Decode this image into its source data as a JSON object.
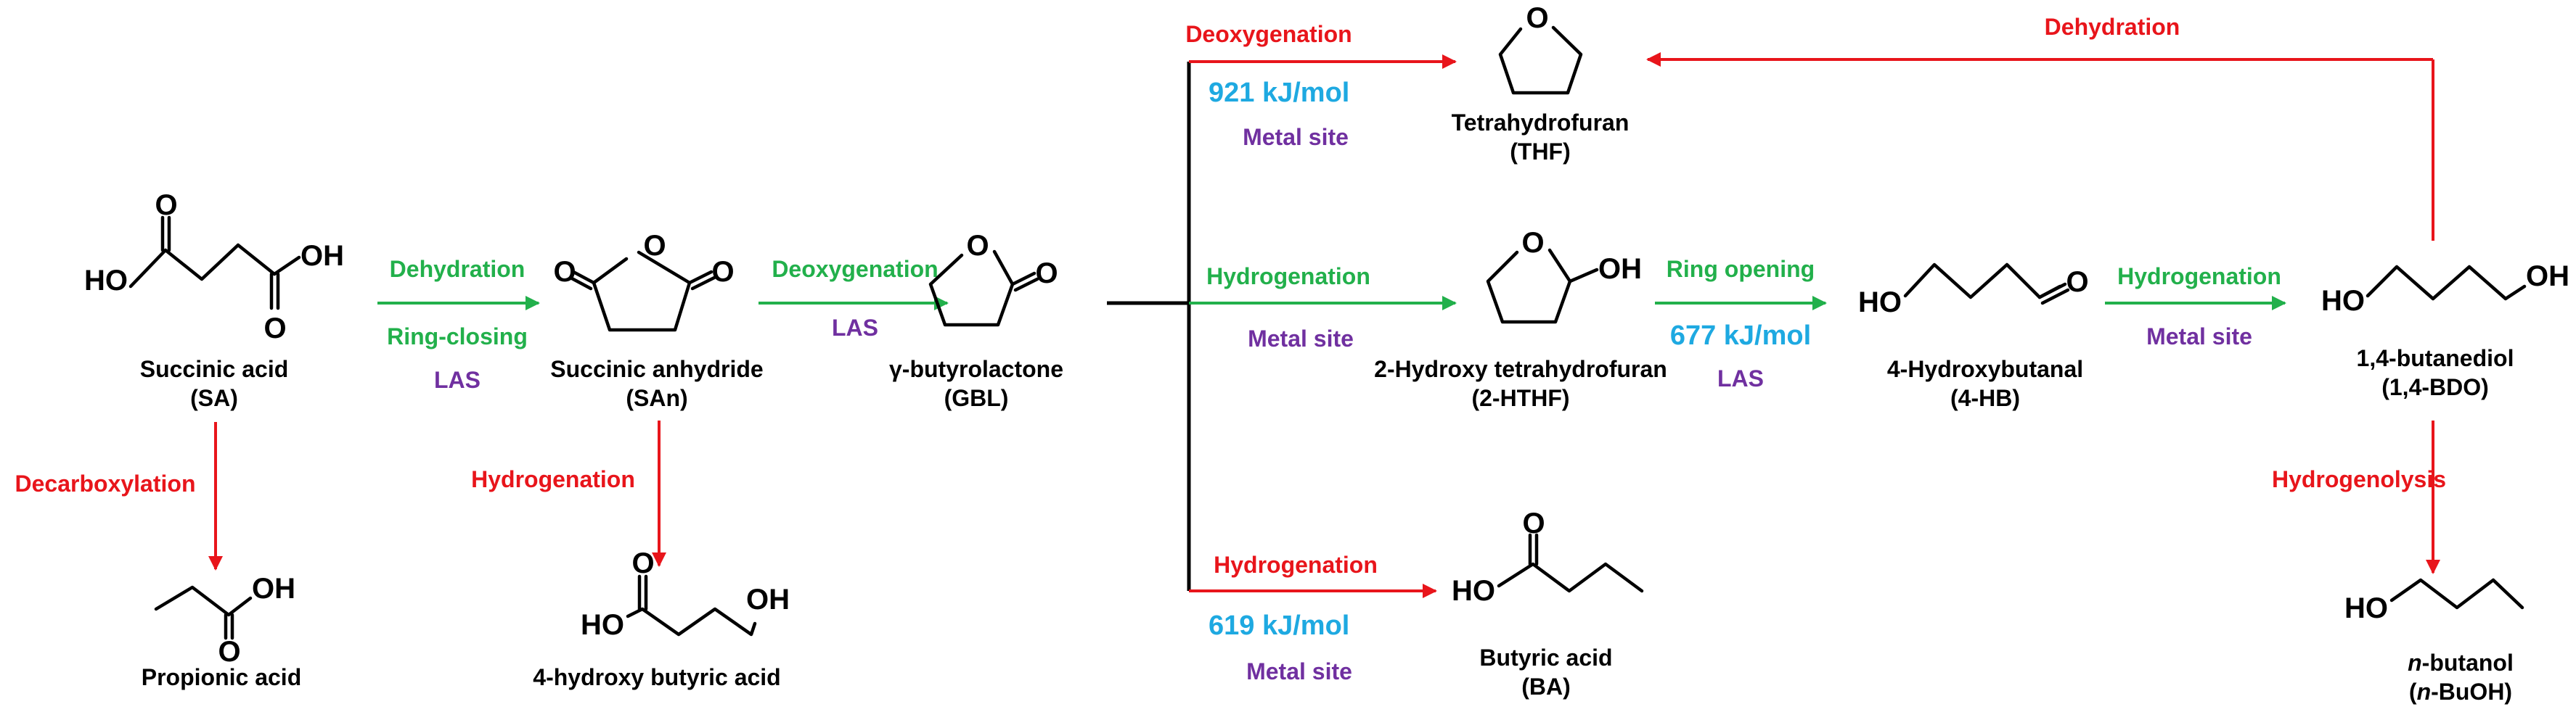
{
  "colors": {
    "red": "#e8151b",
    "green": "#22b04b",
    "purple": "#7030a0",
    "blue": "#1ea9e1",
    "black": "#000000"
  },
  "atoms": {
    "O": "O",
    "OH": "OH",
    "HO": "HO"
  },
  "compounds": {
    "sa": {
      "name": "Succinic acid",
      "abbr": "(SA)"
    },
    "san": {
      "name": "Succinic anhydride",
      "abbr": "(SAn)"
    },
    "gbl": {
      "name": "γ-butyrolactone",
      "abbr": "(GBL)"
    },
    "thf": {
      "name": "Tetrahydrofuran",
      "abbr": "(THF)"
    },
    "hthf": {
      "name": "2-Hydroxy tetrahydrofuran",
      "abbr": "(2-HTHF)"
    },
    "hb": {
      "name": "4-Hydroxybutanal",
      "abbr": "(4-HB)"
    },
    "bdo": {
      "name": "1,4-butanediol",
      "abbr": "(1,4-BDO)"
    },
    "propionic": {
      "name": "Propionic acid"
    },
    "hba": {
      "name": "4-hydroxy butyric acid"
    },
    "ba": {
      "name": "Butyric acid",
      "abbr": "(BA)"
    },
    "butanol": {
      "name_prefix": "n",
      "name_rest": "-butanol",
      "abbr_open": "(",
      "abbr_prefix": "n",
      "abbr_rest": "-BuOH)"
    }
  },
  "steps": {
    "sa_san": {
      "top": "Dehydration",
      "bottom": "Ring-closing",
      "site": "LAS"
    },
    "san_gbl": {
      "top": "Deoxygenation",
      "site": "LAS"
    },
    "gbl_thf": {
      "top": "Deoxygenation",
      "energy": "921 kJ/mol",
      "site": "Metal site"
    },
    "gbl_hthf": {
      "top": "Hydrogenation",
      "site": "Metal site"
    },
    "gbl_ba": {
      "top": "Hydrogenation",
      "energy": "619 kJ/mol",
      "site": "Metal site"
    },
    "hthf_hb": {
      "top": "Ring opening",
      "energy": "677 kJ/mol",
      "site": "LAS"
    },
    "hb_bdo": {
      "top": "Hydrogenation",
      "site": "Metal site"
    },
    "bdo_thf": {
      "top": "Dehydration"
    },
    "sa_propionic": {
      "label": "Decarboxylation"
    },
    "san_hba": {
      "label": "Hydrogenation"
    },
    "bdo_butanol": {
      "label": "Hydrogenolysis"
    }
  }
}
